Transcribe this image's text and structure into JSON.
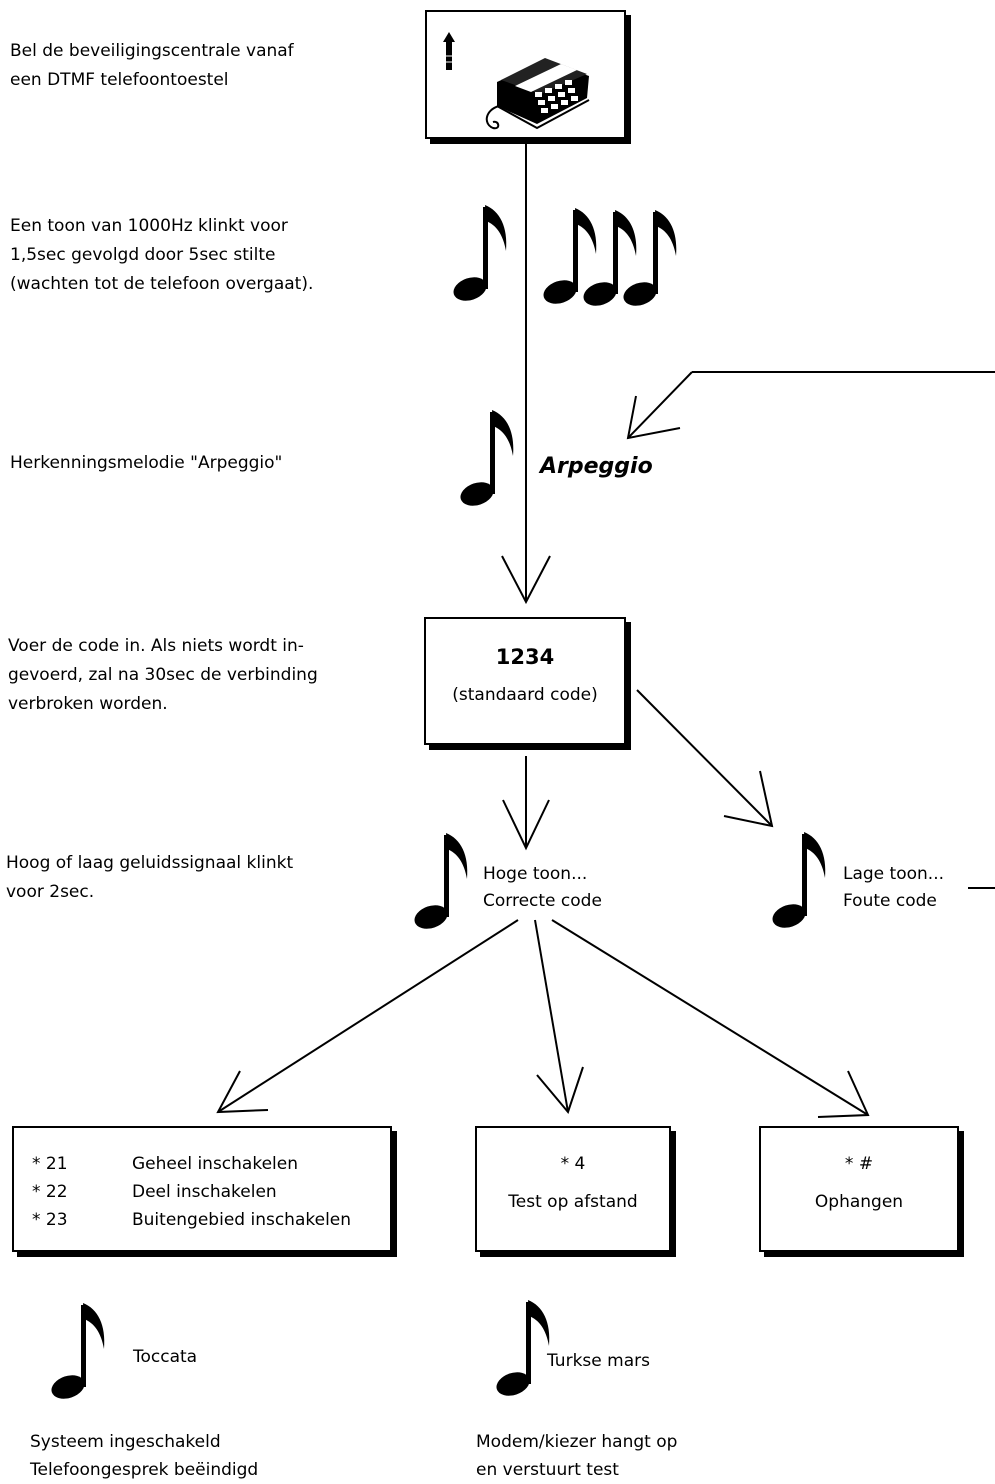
{
  "steps": {
    "call": {
      "lines": [
        "Bel de beveiligingscentrale vanaf",
        "een DTMF telefoontoestel"
      ]
    },
    "tone": {
      "lines": [
        "Een toon van 1000Hz klinkt voor",
        "1,5sec gevolgd door 5sec stilte",
        "(wachten tot de telefoon overgaat)."
      ]
    },
    "melody": {
      "lines": [
        "Herkenningsmelodie \"Arpeggio\""
      ]
    },
    "code": {
      "lines": [
        "Voer de code in. Als niets wordt in-",
        "gevoerd, zal na 30sec de verbinding",
        "verbroken worden."
      ]
    },
    "signal": {
      "lines": [
        "Hoog of laag geluidssignaal klinkt",
        "voor 2sec."
      ]
    }
  },
  "arpeggio_label": "Arpeggio",
  "code_box": {
    "code": "1234",
    "note": "(standaard code)"
  },
  "high_tone": {
    "lines": [
      "Hoge toon...",
      "Correcte code"
    ]
  },
  "low_tone": {
    "lines": [
      "Lage toon...",
      "Foute code"
    ]
  },
  "options": {
    "arm": {
      "rows": [
        {
          "code": "* 21",
          "label": "Geheel inschakelen"
        },
        {
          "code": "* 22",
          "label": "Deel inschakelen"
        },
        {
          "code": "* 23",
          "label": "Buitengebied inschakelen"
        }
      ]
    },
    "test": {
      "code": "* 4",
      "label": "Test op afstand"
    },
    "hangup": {
      "code": "* #",
      "label": "Ophangen"
    }
  },
  "results": {
    "toccata": {
      "melody": "Toccata",
      "lines": [
        "Systeem ingeschakeld",
        "Telefoongesprek beëindigd"
      ]
    },
    "turkish": {
      "melody": "Turkse mars",
      "lines": [
        "Modem/kiezer hangt op",
        "en verstuurt test"
      ]
    }
  },
  "icons": {
    "phone": "telephone-icon",
    "note": "music-note-icon"
  }
}
